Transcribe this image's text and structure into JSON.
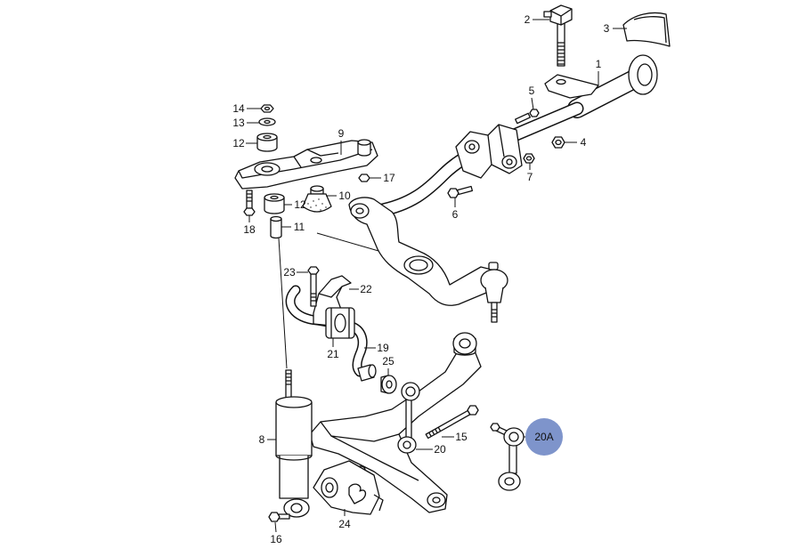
{
  "highlight_color": "#7e94cb",
  "callouts": [
    {
      "label": "1"
    },
    {
      "label": "2"
    },
    {
      "label": "3"
    },
    {
      "label": "4"
    },
    {
      "label": "5"
    },
    {
      "label": "6"
    },
    {
      "label": "7"
    },
    {
      "label": "8"
    },
    {
      "label": "9"
    },
    {
      "label": "10"
    },
    {
      "label": "11"
    },
    {
      "label": "12"
    },
    {
      "label": "12"
    },
    {
      "label": "13"
    },
    {
      "label": "14"
    },
    {
      "label": "15"
    },
    {
      "label": "16"
    },
    {
      "label": "17"
    },
    {
      "label": "18"
    },
    {
      "label": "19"
    },
    {
      "label": "20"
    },
    {
      "label": "20A",
      "highlighted": true
    },
    {
      "label": "21"
    },
    {
      "label": "22"
    },
    {
      "label": "23"
    },
    {
      "label": "24"
    },
    {
      "label": "25"
    }
  ]
}
